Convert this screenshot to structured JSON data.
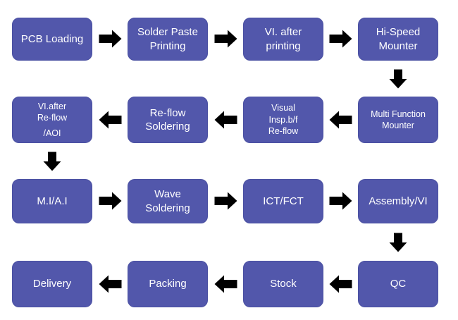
{
  "colors": {
    "box_fill": "#5257AB",
    "box_border": "#4A50A2",
    "arrow_fill": "#ABAFDE",
    "arrow_border": "#9BA0D4",
    "text_color": "#FFFFFF",
    "bg": "#FFFFFF"
  },
  "flow": {
    "type": "process-flowchart",
    "rows": [
      {
        "direction": "right",
        "boxes": [
          {
            "label": "PCB Loading"
          },
          {
            "label": "Solder Paste\nPrinting"
          },
          {
            "label": "VI. after\nprinting"
          },
          {
            "label": "Hi-Speed\nMounter"
          }
        ]
      },
      {
        "direction": "left",
        "boxes": [
          {
            "label": "VI.after\nRe-flow",
            "label2": "/AOI"
          },
          {
            "label": "Re-flow\nSoldering"
          },
          {
            "label": "Visual\nInsp.b/f\nRe-flow"
          },
          {
            "label": "Multi Function\nMounter"
          }
        ]
      },
      {
        "direction": "right",
        "boxes": [
          {
            "label": "M.I/A.I"
          },
          {
            "label": "Wave\nSoldering"
          },
          {
            "label": "ICT/FCT"
          },
          {
            "label": "Assembly/VI"
          }
        ]
      },
      {
        "direction": "left",
        "boxes": [
          {
            "label": "Delivery"
          },
          {
            "label": "Packing"
          },
          {
            "label": "Stock"
          },
          {
            "label": "QC"
          }
        ]
      }
    ],
    "sequence": [
      "PCB Loading",
      "Solder Paste Printing",
      "VI. after printing",
      "Hi-Speed Mounter",
      "Multi Function Mounter",
      "Visual Insp.b/f Re-flow",
      "Re-flow Soldering",
      "VI.after Re-flow /AOI",
      "M.I/A.I",
      "Wave Soldering",
      "ICT/FCT",
      "Assembly/VI",
      "QC",
      "Stock",
      "Packing",
      "Delivery"
    ],
    "vertical_connectors": [
      {
        "from": "Hi-Speed Mounter",
        "to": "Multi Function Mounter"
      },
      {
        "from": "VI.after Re-flow /AOI",
        "to": "M.I/A.I"
      },
      {
        "from": "Assembly/VI",
        "to": "QC"
      }
    ]
  }
}
